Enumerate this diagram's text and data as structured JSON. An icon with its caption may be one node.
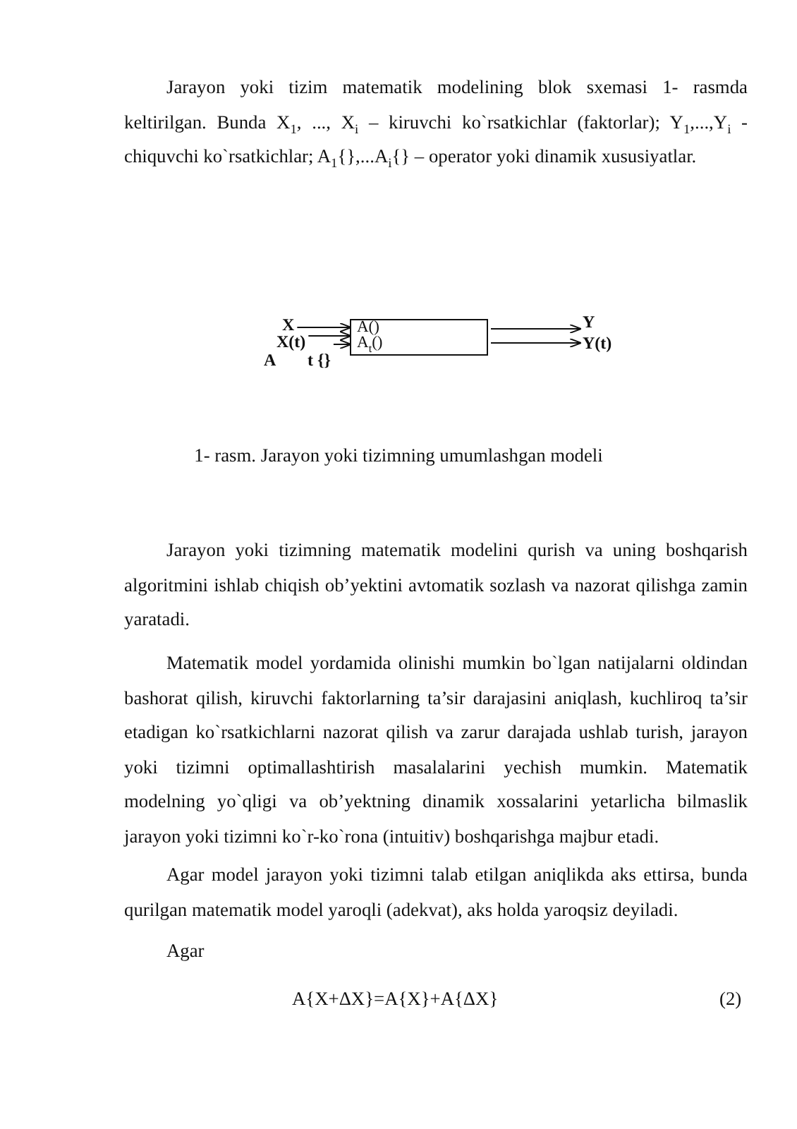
{
  "diagram": {
    "caption": "1- rasm. Jarayon yoki tizimning umumlashgan modeli",
    "nodes": [
      {
        "text": [
          "A()",
          "A$_{t}$()"
        ]
      },
      {
        "text": [
          "X"
        ]
      },
      {
        "text": [
          "X(t)"
        ]
      },
      {
        "text": [
          "t {}"
        ]
      },
      {
        "text": [
          "Y"
        ]
      },
      {
        "text": [
          "Y(t)"
        ]
      }
    ],
    "edges": [
      {
        "from": 1,
        "to": 0,
        "arrow": "to"
      },
      {
        "from": 2,
        "to": 0,
        "arrow": "to"
      },
      {
        "from": 3,
        "to": 0,
        "arrow": "to"
      },
      {
        "from": 0,
        "to": 4,
        "arrow": "to"
      },
      {
        "from": 0,
        "to": 5,
        "arrow": "to"
      }
    ],
    "labels": [
      "Jarayon yoki tizim matematik modelining blok sxemasi 1- rasmda keltirilgan. Bunda X$_{1}$, ..., X$_{i}$ – kiruvchi ko`rsatkichlar (faktorlar); Y$_{1}$,...,Y$_{i}$ - chiquvchi ko`rsatkichlar; A$_{1}${},...A$_{i}${} – operator yoki dinamik xususiyatlar.",
      "A",
      "Jarayon yoki tizimning matematik modelini qurish va uning boshqarish algoritmini ishlab chiqish  ob’yektini avtomatik sozlash va nazorat qilishga zamin yaratadi.",
      "Matematik model yordamida olinishi mumkin bo`lgan natijalarni oldindan bashorat qilish, kiruvchi faktorlarning  ta’sir darajasini aniqlash, kuchliroq  ta’sir etadigan ko`rsatkichlarni nazorat qilish va zarur darajada ushlab turish, jarayon yoki tizimni optimallashtirish masalalarini yechish mumkin. Matematik modelning yo`qligi va  ob’yektning dinamik xossalarini yetarlicha bilmaslik jarayon yoki tizimni ko`r-ko`rona (intuitiv) boshqarishga majbur etadi.",
      "Agar model jarayon yoki tizimni talab etilgan aniqlikda aks ettirsa,  bunda qurilgan matematik model yaroqli (adekvat), aks holda yaroqsiz deyiladi.",
      "Agar",
      "A{X+ΔX}=A{X}+A{ΔX}",
      "(2)"
    ]
  }
}
